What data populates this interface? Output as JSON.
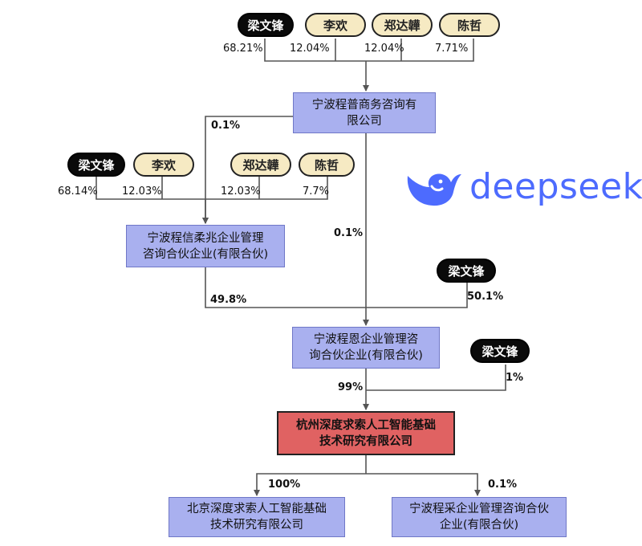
{
  "colors": {
    "entity_fill": "#a9b0ef",
    "target_fill": "#e06262",
    "person_major": "#0a0a0a",
    "person_minor": "#f6eac3",
    "brand": "#4d6bfe"
  },
  "logo": {
    "text": "deepseek",
    "icon": "whale-icon"
  },
  "people": {
    "top": {
      "liang": "梁文锋",
      "li": "李欢",
      "zheng": "郑达韡",
      "chen": "陈哲"
    },
    "mid": {
      "liang": "梁文锋",
      "li": "李欢",
      "zheng": "郑达韡",
      "chen": "陈哲"
    },
    "liang_3": "梁文锋",
    "liang_4": "梁文锋"
  },
  "entities": {
    "chengpu": {
      "line1": "宁波程普商务咨询有",
      "line2": "限公司"
    },
    "chengxin": {
      "line1": "宁波程信柔兆企业管理",
      "line2": "咨询合伙企业(有限合伙)"
    },
    "chengen": {
      "line1": "宁波程恩企业管理咨",
      "line2": "询合伙企业(有限合伙)"
    },
    "hangzhou": {
      "line1": "杭州深度求索人工智能基础",
      "line2": "技术研究有限公司"
    },
    "beijing": {
      "line1": "北京深度求索人工智能基础",
      "line2": "技术研究有限公司"
    },
    "chengcai": {
      "line1": "宁波程采企业管理咨询合伙",
      "line2": "企业(有限合伙)"
    }
  },
  "shares": {
    "top": {
      "liang": "68.21%",
      "li": "12.04%",
      "zheng": "12.04%",
      "chen": "7.71%"
    },
    "mid": {
      "liang": "68.14%",
      "li": "12.03%",
      "zheng": "12.03%",
      "chen": "7.7%"
    },
    "chengpu_to_chengxin": "0.1%",
    "chengpu_to_chengen": "0.1%",
    "chengxin_to_chengen": "49.8%",
    "liang_to_chengen": "50.1%",
    "chengen_to_hangzhou": "99%",
    "liang_to_hangzhou": "1%",
    "hangzhou_to_beijing": "100%",
    "hangzhou_to_chengcai": "0.1%"
  }
}
